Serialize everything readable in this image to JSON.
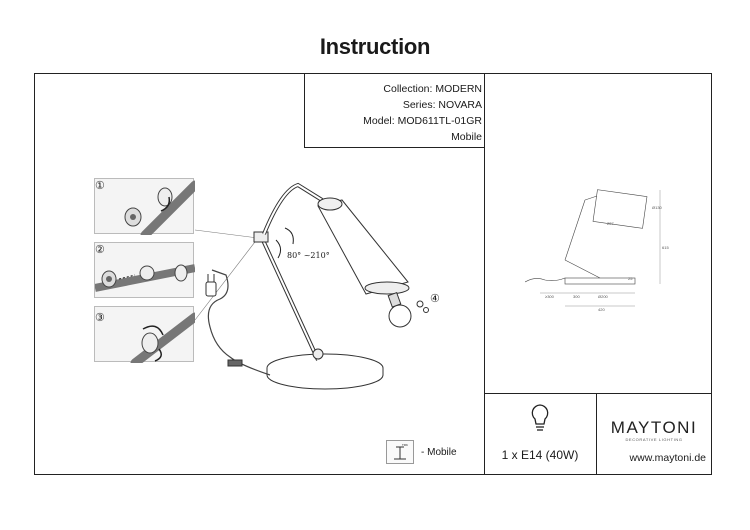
{
  "page": {
    "title": "Instruction"
  },
  "info": {
    "collection": "Collection: MODERN",
    "series": "Series: NOVARA",
    "model": "Model: MOD611TL-01GR",
    "type": "Mobile"
  },
  "steps": [
    "①",
    "②",
    "③",
    "④"
  ],
  "angle_label": "80° ~210°",
  "dimensions": {
    "d1": "227",
    "d2": "Ø130",
    "d3": "615",
    "d4": "≥300",
    "d5": "300",
    "d6": "Ø200",
    "d7": "25",
    "d8": "420"
  },
  "legend": {
    "icon_caption": "TRK",
    "label": "- Mobile"
  },
  "bulb": {
    "label": "1 x E14 (40W)"
  },
  "brand": {
    "logo": "MAYTONI",
    "tagline": "DECORATIVE LIGHTING",
    "website": "www.maytoni.de"
  }
}
